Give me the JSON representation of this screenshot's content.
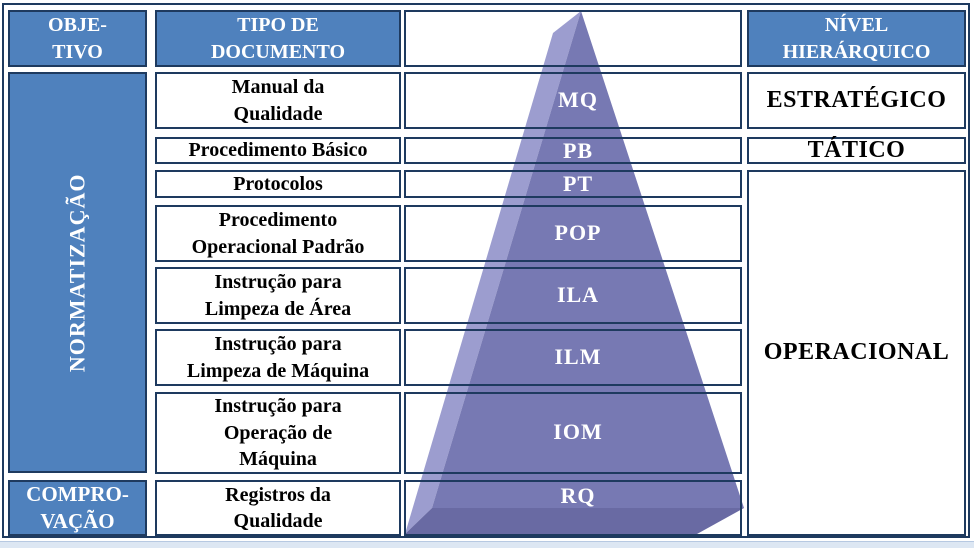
{
  "table": {
    "headers": {
      "objetivo": "OBJE-\nTIVO",
      "tipo_de_documento": "TIPO DE\nDOCUMENTO",
      "nivel_hierarquico": "NÍVEL\nHIERÁRQUICO"
    },
    "objetivo_groups": {
      "normatizacao": "NORMATIZAÇÃO",
      "comprovacao": "COMPRO-\nVAÇÃO"
    },
    "rows": [
      {
        "tipo": "Manual da\nQualidade",
        "code": "MQ"
      },
      {
        "tipo": "Procedimento Básico",
        "code": "PB"
      },
      {
        "tipo": "Protocolos",
        "code": "PT"
      },
      {
        "tipo": "Procedimento\nOperacional Padrão",
        "code": "POP"
      },
      {
        "tipo": "Instrução para\nLimpeza de Área",
        "code": "ILA"
      },
      {
        "tipo": "Instrução para\nLimpeza de Máquina",
        "code": "ILM"
      },
      {
        "tipo": "Instrução para\nOperação de\nMáquina",
        "code": "IOM"
      },
      {
        "tipo": "Registros da\nQualidade",
        "code": "RQ"
      }
    ],
    "niveis": {
      "estrategico": "ESTRATÉGICO",
      "tatico": "TÁTICO",
      "operacional": "OPERACIONAL"
    }
  },
  "colors": {
    "header_blue": "#4F81BD",
    "border_navy": "#1E3A5F",
    "pyramid_front": "#7779B3",
    "pyramid_left_bevel": "#9C9DCF",
    "pyramid_bottom_bevel": "#696AA3"
  }
}
